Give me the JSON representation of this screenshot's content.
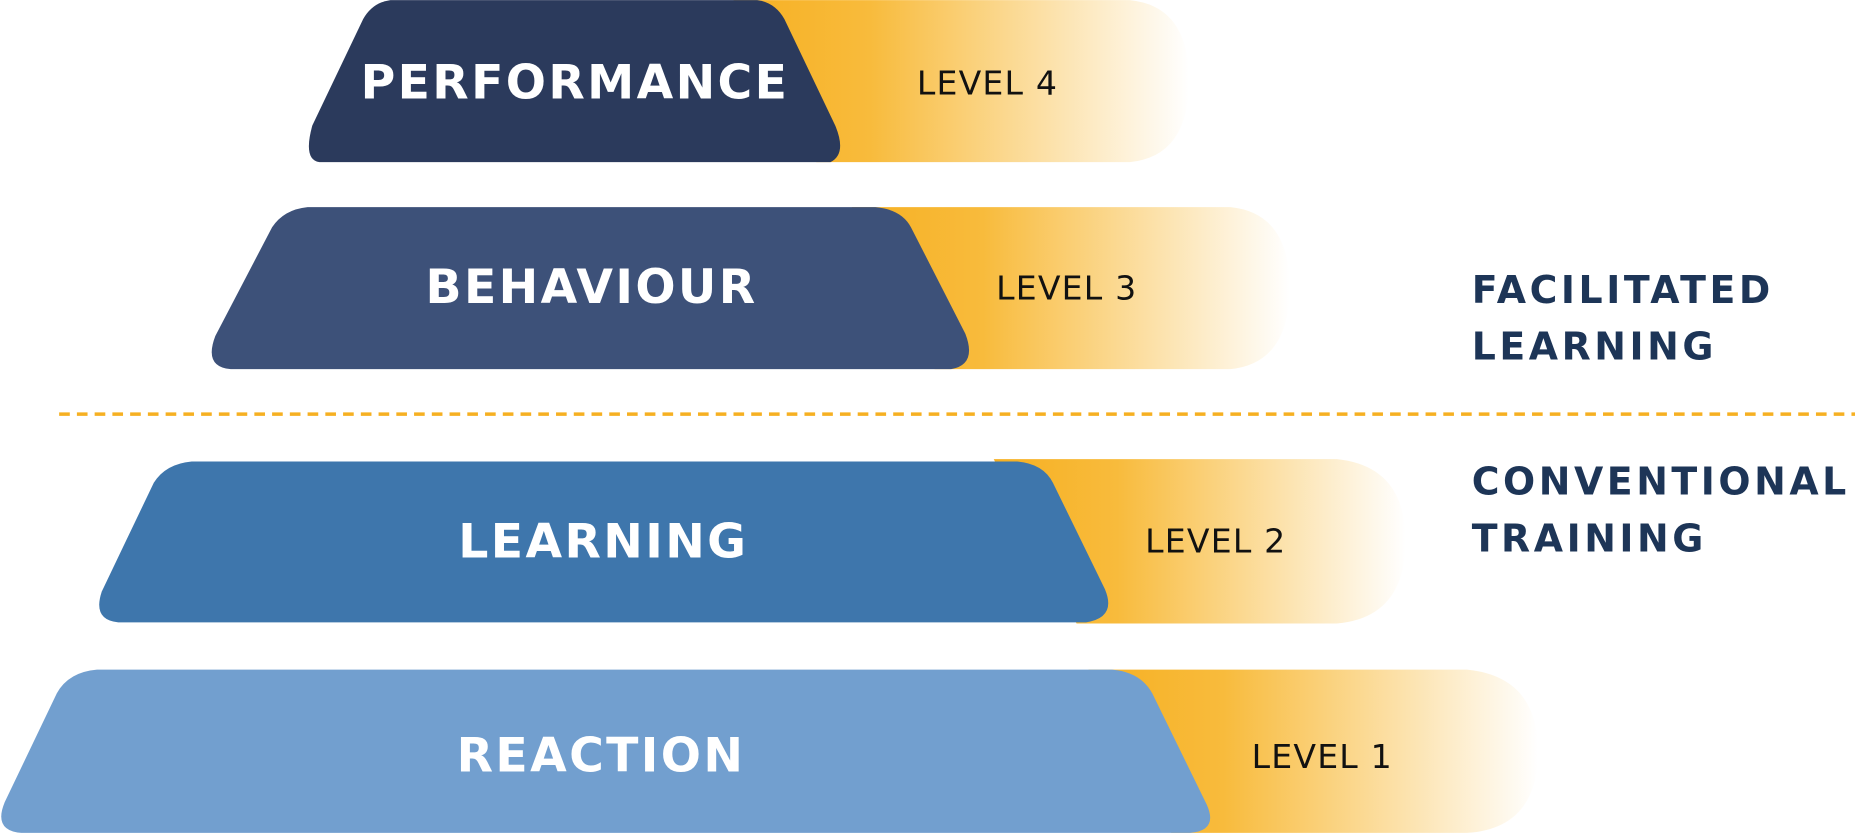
{
  "levels": [
    {
      "name": "PERFORMANCE",
      "level": "LEVEL 4",
      "color": "#2b3a5c"
    },
    {
      "name": "BEHAVIOUR",
      "level": "LEVEL 3",
      "color": "#3d5179"
    },
    {
      "name": "LEARNING",
      "level": "LEVEL 2",
      "color": "#3e76ac"
    },
    {
      "name": "REACTION",
      "level": "LEVEL 1",
      "color": "#729fcf"
    }
  ],
  "groups": {
    "facilitated": {
      "line1": "FACILITATED",
      "line2": "LEARNING"
    },
    "conventional": {
      "line1": "CONVENTIONAL",
      "line2": "TRAINING"
    }
  },
  "accent": "#f6b022"
}
